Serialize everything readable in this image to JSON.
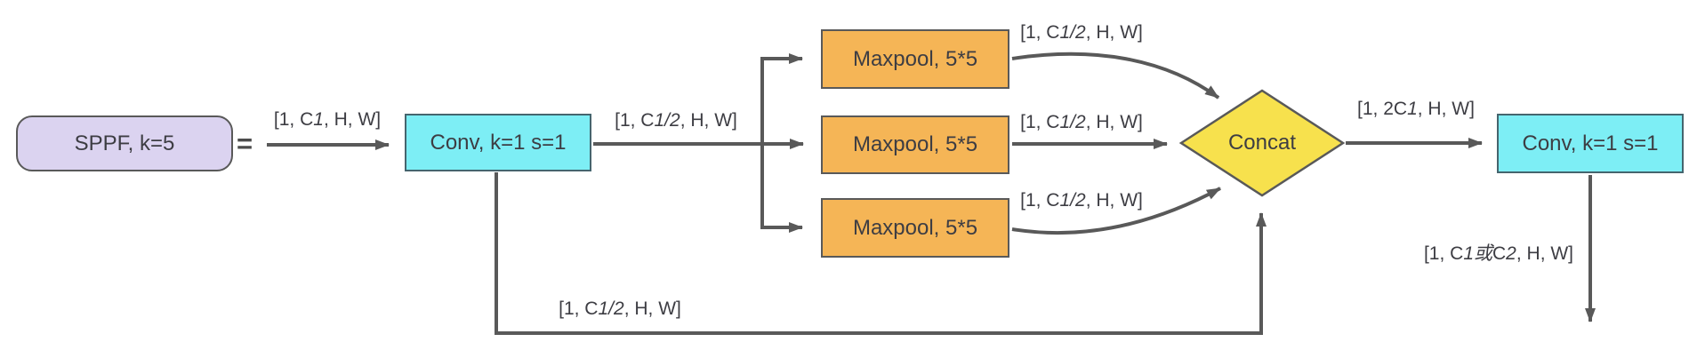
{
  "colors": {
    "lavender": "#dbd3f0",
    "cyan": "#7deef5",
    "orange": "#f5b556",
    "yellow": "#f7e14d",
    "line": "#595959",
    "text": "#3d3d43",
    "cyan-border": "#45656e",
    "border": "#595959"
  },
  "equals_sign": "=",
  "nodes": {
    "sppf": {
      "label": "SPPF, k=5"
    },
    "conv1": {
      "label": "Conv, k=1 s=1"
    },
    "maxpool1": {
      "label": "Maxpool, 5*5"
    },
    "maxpool2": {
      "label": "Maxpool, 5*5"
    },
    "maxpool3": {
      "label": "Maxpool, 5*5"
    },
    "concat": {
      "label": "Concat"
    },
    "conv2": {
      "label": "Conv, k=1 s=1"
    }
  },
  "tensor_labels": {
    "input": {
      "parts": [
        {
          "t": "[1, C",
          "i": false
        },
        {
          "t": "1",
          "i": true
        },
        {
          "t": ", H, W]",
          "i": false
        }
      ]
    },
    "after_conv1": {
      "parts": [
        {
          "t": "[1, C",
          "i": false
        },
        {
          "t": "1/2",
          "i": true
        },
        {
          "t": ", H, W]",
          "i": false
        }
      ]
    },
    "mp1_out": {
      "parts": [
        {
          "t": "[1, C",
          "i": false
        },
        {
          "t": "1/2",
          "i": true
        },
        {
          "t": ", H, W]",
          "i": false
        }
      ]
    },
    "mp2_out": {
      "parts": [
        {
          "t": "[1, C",
          "i": false
        },
        {
          "t": "1/2",
          "i": true
        },
        {
          "t": ", H, W]",
          "i": false
        }
      ]
    },
    "mp3_out": {
      "parts": [
        {
          "t": "[1, C",
          "i": false
        },
        {
          "t": "1/2",
          "i": true
        },
        {
          "t": ", H, W]",
          "i": false
        }
      ]
    },
    "concat_out": {
      "parts": [
        {
          "t": "[1, 2C",
          "i": false
        },
        {
          "t": "1",
          "i": true
        },
        {
          "t": ", H, W]",
          "i": false
        }
      ]
    },
    "final_out": {
      "parts": [
        {
          "t": "[1, C",
          "i": false
        },
        {
          "t": "1或",
          "i": true
        },
        {
          "t": "C",
          "i": false
        },
        {
          "t": "2",
          "i": true
        },
        {
          "t": ", H, W]",
          "i": false
        }
      ]
    },
    "bypass": {
      "parts": [
        {
          "t": "[1, C",
          "i": false
        },
        {
          "t": "1/2",
          "i": true
        },
        {
          "t": ", H, W]",
          "i": false
        }
      ]
    }
  }
}
